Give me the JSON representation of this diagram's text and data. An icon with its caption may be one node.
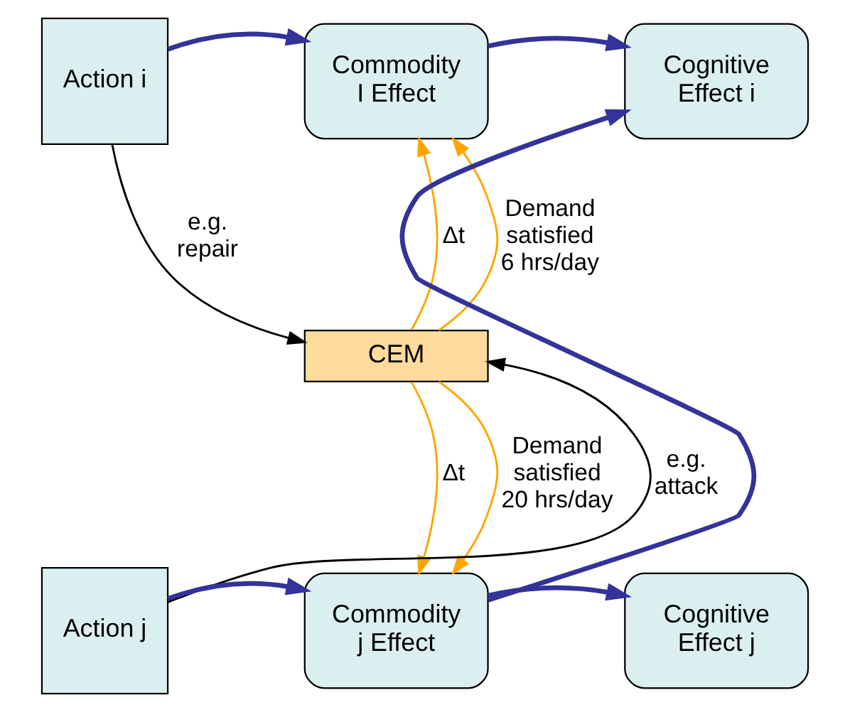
{
  "diagram": {
    "nodes": [
      {
        "text": [
          "Action i"
        ]
      },
      {
        "text": [
          "Commodity I Effect"
        ]
      },
      {
        "text": [
          "Cognitive Effect i"
        ]
      },
      {
        "text": [
          "CEM"
        ]
      },
      {
        "text": [
          "Action j"
        ]
      },
      {
        "text": [
          "Commodity j Effect"
        ]
      },
      {
        "text": [
          "Cognitive Effect j"
        ]
      }
    ],
    "edges": [
      {
        "from": 0,
        "to": 1,
        "arrow": "to",
        "style": "thick",
        "color": "#333399"
      },
      {
        "from": 1,
        "to": 2,
        "arrow": "to",
        "style": "thick",
        "color": "#333399"
      },
      {
        "from": 0,
        "to": 3,
        "arrow": "to",
        "label": "e.g. repair",
        "color": "#000000"
      },
      {
        "from": 4,
        "to": 3,
        "arrow": "to",
        "label": "e.g. attack",
        "color": "#000000"
      },
      {
        "from": 3,
        "to": 1,
        "arrow": "to",
        "label": "Δt",
        "color": "#ffa500"
      },
      {
        "from": 3,
        "to": 1,
        "arrow": "to",
        "label": "Demand satisfied 6 hrs/day",
        "color": "#ffa500"
      },
      {
        "from": 3,
        "to": 5,
        "arrow": "to",
        "label": "Δt",
        "color": "#ffa500"
      },
      {
        "from": 3,
        "to": 5,
        "arrow": "to",
        "label": "Demand satisfied 20 hrs/day",
        "color": "#ffa500"
      },
      {
        "from": 4,
        "to": 5,
        "arrow": "to",
        "style": "thick",
        "color": "#333399"
      },
      {
        "from": 5,
        "to": 2,
        "arrow": "to",
        "style": "thick",
        "color": "#333399"
      },
      {
        "from": 5,
        "to": 6,
        "arrow": "to",
        "style": "thick",
        "color": "#333399"
      }
    ]
  }
}
